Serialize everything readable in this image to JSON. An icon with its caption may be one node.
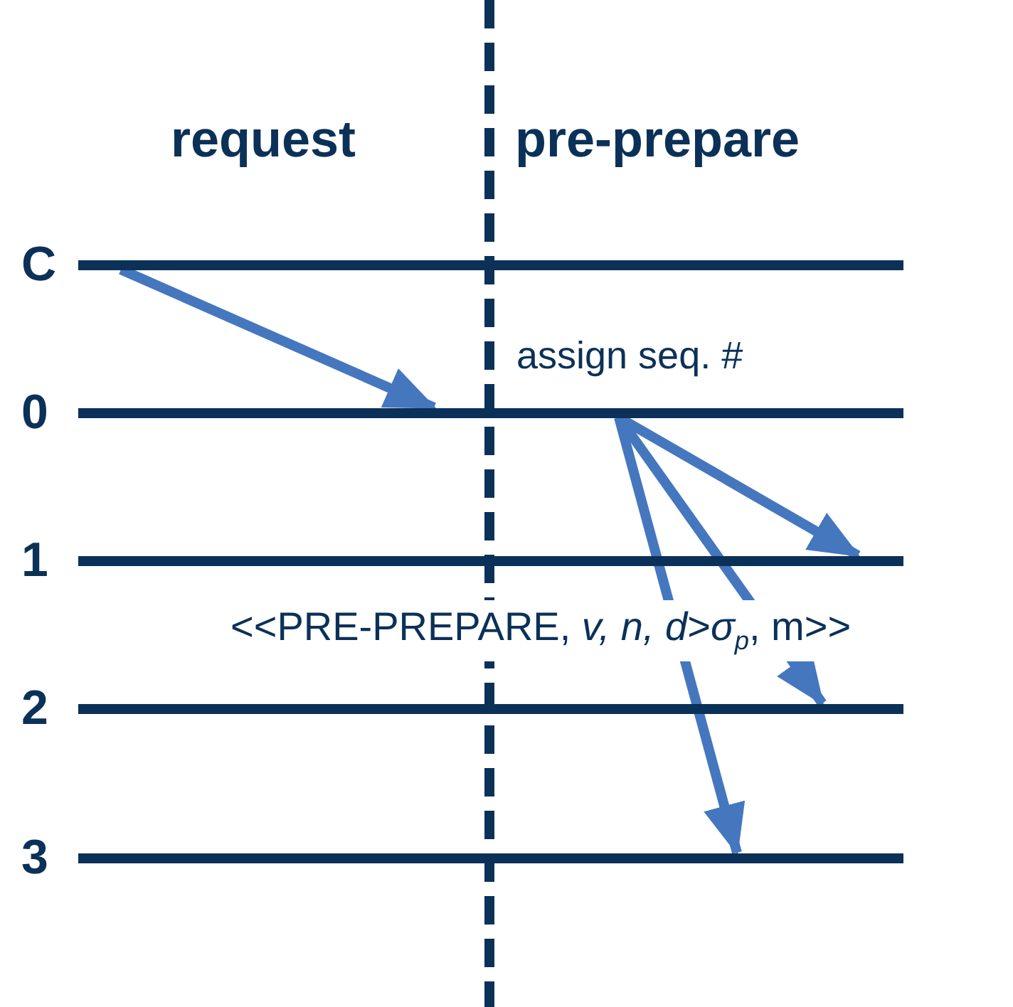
{
  "diagram": {
    "nodes": [
      {
        "text": [],
        "shape": "bar",
        "beside": [
          "C"
        ]
      },
      {
        "text": [],
        "shape": "bar",
        "beside": [
          "0"
        ]
      },
      {
        "text": [],
        "shape": "bar",
        "beside": [
          "1"
        ]
      },
      {
        "text": [],
        "shape": "bar",
        "beside": [
          "2"
        ]
      },
      {
        "text": [],
        "shape": "bar",
        "beside": [
          "3"
        ]
      }
    ],
    "edges": [
      {
        "from": 0,
        "to": 1,
        "arrow": "to"
      },
      {
        "from": 1,
        "to": 2,
        "arrow": "to"
      },
      {
        "from": 1,
        "to": 3,
        "arrow": "to"
      },
      {
        "from": 1,
        "to": 4,
        "arrow": "to"
      }
    ],
    "labels": [
      "request",
      "pre-prepare",
      "assign seq. #",
      "<<PRE-PREPARE, *v, n, d*>*σ*$_{p}$, m>>"
    ]
  }
}
